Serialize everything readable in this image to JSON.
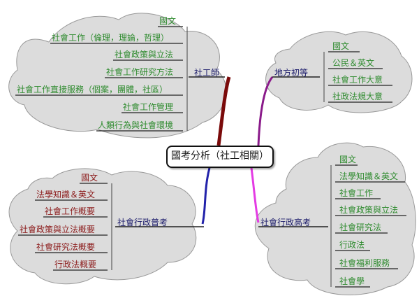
{
  "root": {
    "label": "國考分析（社工相關）"
  },
  "branches": {
    "social_worker": {
      "label": "社工師",
      "items": [
        "國文",
        "社會工作（倫理，理論，哲理）",
        "社會政策與立法",
        "社會工作研究方法",
        "社會工作直接服務（個案，團體，社區）",
        "社會工作管理",
        "人類行為與社會環境"
      ]
    },
    "local_junior": {
      "label": "地方初等",
      "items": [
        "國文",
        "公民＆英文",
        "社會工作大意",
        "社政法規大意"
      ]
    },
    "senior_admin": {
      "label": "社會行政高考",
      "items": [
        "國文",
        "法學知識＆英文",
        "社會工作",
        "社會政策與立法",
        "社會研究法",
        "行政法",
        "社會福利服務",
        "社會學"
      ]
    },
    "general_admin": {
      "label": "社會行政普考",
      "items": [
        "國文",
        "法學知識＆英文",
        "社會工作概要",
        "社會政策與立法概要",
        "社會研究法概要",
        "行政法概要"
      ]
    }
  },
  "colors": {
    "cloud_fill": "#dcdcdc",
    "link_social_worker": "#7a0a0a",
    "link_local_junior": "#8a1a8a",
    "link_senior_admin": "#e43be4",
    "link_general_admin": "#2222aa",
    "item_green": "#2e8b2e",
    "item_red": "#8b1a1a"
  }
}
